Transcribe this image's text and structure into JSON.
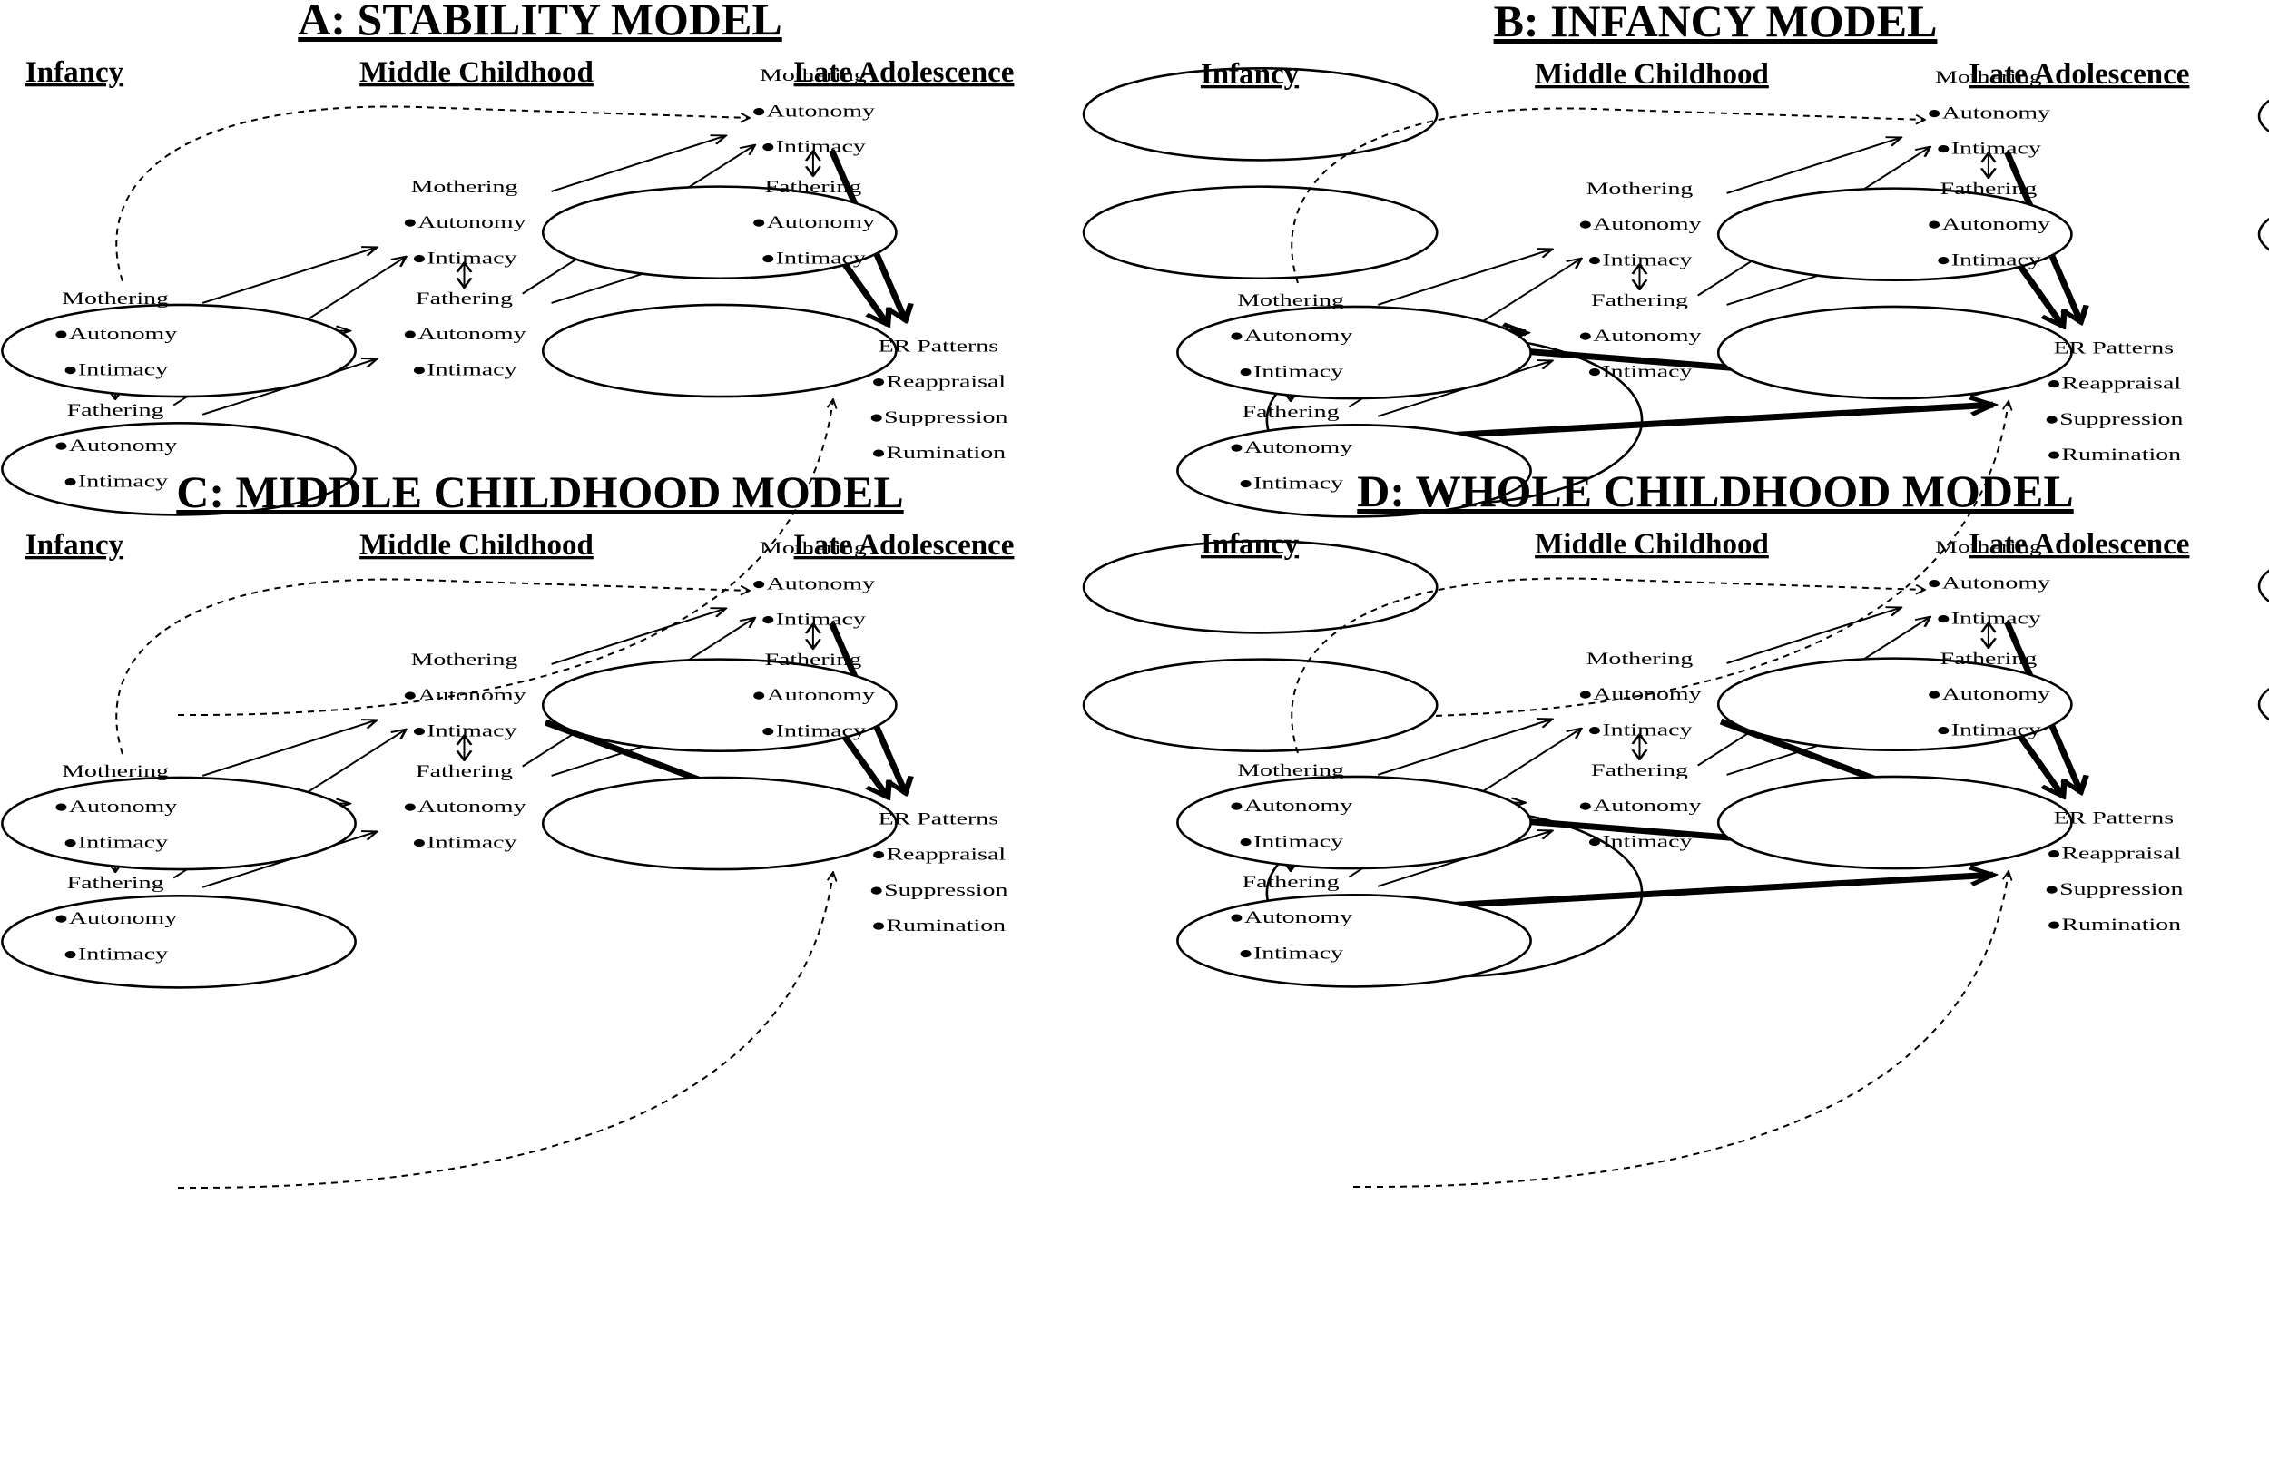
{
  "stage_labels": {
    "infancy": "Infancy",
    "middle": "Middle Childhood",
    "late": "Late Adolescence"
  },
  "node_types": {
    "mothering": [
      "Mothering",
      "●Autonomy",
      "●Intimacy"
    ],
    "fathering": [
      "Fathering",
      "●Autonomy",
      "●Intimacy"
    ],
    "er": [
      "ER Patterns",
      "●Reappraisal",
      "●Suppression",
      "●Rumination"
    ]
  },
  "panels": [
    {
      "id": "A",
      "title": "A: STABILITY MODEL",
      "bold_paths": [
        "late_mothering->er",
        "late_fathering->er"
      ]
    },
    {
      "id": "B",
      "title": "B: INFANCY MODEL",
      "bold_paths": [
        "late_mothering->er",
        "late_fathering->er",
        "inf_mothering->er",
        "inf_fathering->er",
        "inf_mothering->mid_fathering"
      ]
    },
    {
      "id": "C",
      "title": "C: MIDDLE CHILDHOOD MODEL",
      "bold_paths": [
        "late_mothering->er",
        "late_fathering->er",
        "mid_mothering->er",
        "mid_fathering->er"
      ]
    },
    {
      "id": "D",
      "title": "D: WHOLE CHILDHOOD MODEL",
      "bold_paths": [
        "late_mothering->er",
        "late_fathering->er",
        "mid_mothering->er",
        "mid_fathering->er",
        "inf_mothering->er",
        "inf_fathering->er"
      ]
    }
  ]
}
